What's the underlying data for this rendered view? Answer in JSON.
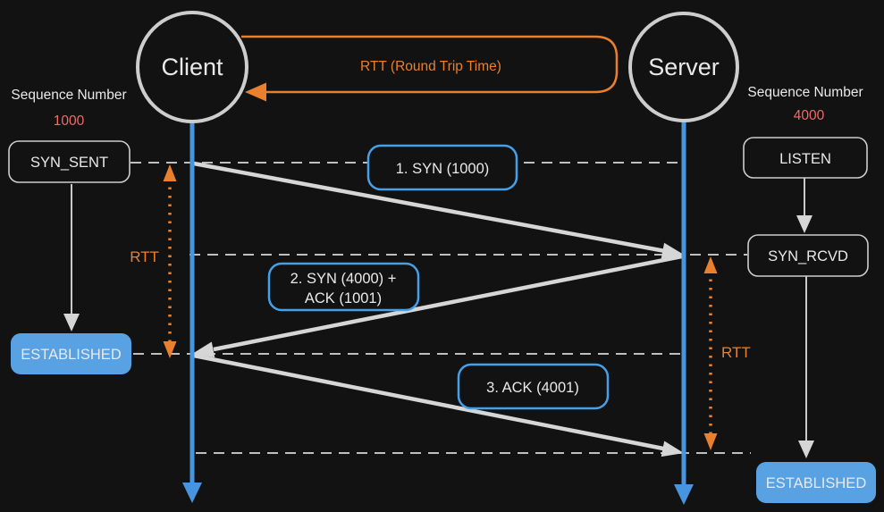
{
  "colors": {
    "background": "#121212",
    "blue_lifeline": "#4795e0",
    "blue_state_fill": "#58a1e2",
    "blue_label_border": "#46a0e8",
    "orange": "#e8802e",
    "red": "#ee6b68",
    "gray_arrow": "#d6d6d6"
  },
  "actors": {
    "client": "Client",
    "server": "Server"
  },
  "rtt_loop": {
    "label": "RTT (Round Trip Time)"
  },
  "sequence_client": {
    "caption": "Sequence Number",
    "value": "1000"
  },
  "sequence_server": {
    "caption": "Sequence Number",
    "value": "4000"
  },
  "client_states": [
    {
      "label": "SYN_SENT",
      "style": "outline"
    },
    {
      "label": "ESTABLISHED",
      "style": "filled"
    }
  ],
  "server_states": [
    {
      "label": "LISTEN",
      "style": "outline"
    },
    {
      "label": "SYN_RCVD",
      "style": "outline"
    },
    {
      "label": "ESTABLISHED",
      "style": "filled"
    }
  ],
  "messages": [
    {
      "label": "1. SYN (1000)"
    },
    {
      "line1": "2. SYN (4000) +",
      "line2": "ACK (1001)"
    },
    {
      "label": "3. ACK (4001)"
    }
  ],
  "rtt_spans": {
    "client": "RTT",
    "server": "RTT"
  }
}
